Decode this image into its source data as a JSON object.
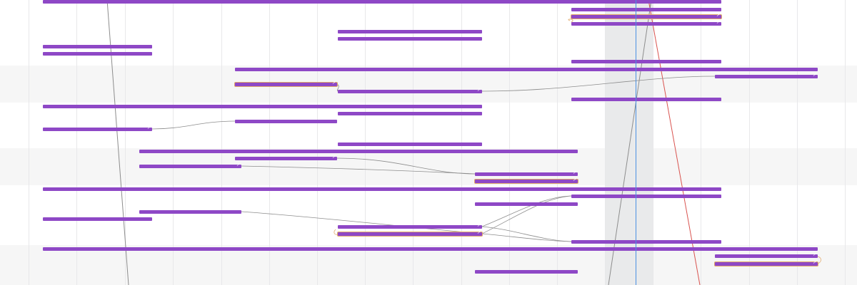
{
  "colors": {
    "bar": "#8e48c6",
    "bar_border": "#7a38b3",
    "band": "#f6f6f6",
    "grid": "#e8e8ea",
    "highlight": "#e9eaeb",
    "cursor": "#4a90e2",
    "dependency": "#8d8d8d",
    "critical": "#d9534f",
    "selection": "#e2a96a",
    "link_icon": "#ffffff"
  },
  "icons": {
    "link": "link-icon"
  },
  "timeline": {
    "bars": [
      {
        "id": "b1",
        "linked": false
      },
      {
        "id": "b2",
        "linked": false
      },
      {
        "id": "b3",
        "linked": false
      },
      {
        "id": "b4",
        "linked": true
      },
      {
        "id": "b5",
        "linked": true,
        "selected": true
      },
      {
        "id": "b6",
        "linked": false
      },
      {
        "id": "b7",
        "linked": false
      },
      {
        "id": "b8",
        "linked": false
      },
      {
        "id": "b9",
        "linked": false
      },
      {
        "id": "b10",
        "linked": false
      },
      {
        "id": "b11",
        "linked": true
      },
      {
        "id": "b12",
        "linked": true
      },
      {
        "id": "b13",
        "linked": true
      },
      {
        "id": "b14",
        "linked": false
      },
      {
        "id": "b15",
        "linked": false
      },
      {
        "id": "b16",
        "linked": false
      },
      {
        "id": "b17",
        "linked": true
      },
      {
        "id": "b18",
        "linked": false
      },
      {
        "id": "b19",
        "linked": false
      },
      {
        "id": "b20",
        "linked": true
      },
      {
        "id": "b21",
        "linked": true
      },
      {
        "id": "b22",
        "linked": true,
        "selected": true
      },
      {
        "id": "b23",
        "linked": false
      },
      {
        "id": "b24",
        "linked": false
      },
      {
        "id": "b25",
        "linked": false
      },
      {
        "id": "b26",
        "linked": true
      },
      {
        "id": "b27",
        "linked": false
      },
      {
        "id": "b28",
        "linked": true,
        "selected": true
      },
      {
        "id": "b29",
        "linked": true
      },
      {
        "id": "b30",
        "linked": false
      },
      {
        "id": "b31",
        "linked": false
      },
      {
        "id": "b32",
        "linked": true,
        "selected": true
      },
      {
        "id": "b33",
        "linked": true
      },
      {
        "id": "b34",
        "linked": false
      }
    ]
  }
}
